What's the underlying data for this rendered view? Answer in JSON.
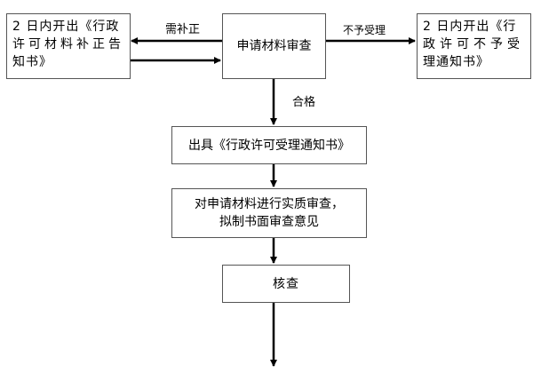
{
  "flowchart": {
    "nodes": {
      "correction_notice": {
        "lines": [
          "2 日内开出《行政",
          "许可材料补正告",
          "知书》"
        ]
      },
      "review": {
        "text": "申请材料审查"
      },
      "rejection_notice": {
        "lines": [
          "2 日内开出《行",
          "政许可不予受",
          "理通知书》"
        ]
      },
      "acceptance_notice": {
        "text": "出具《行政许可受理通知书》"
      },
      "substantive_review": {
        "lines": [
          "对申请材料进行实质审查，",
          "拟制书面审查意见"
        ]
      },
      "verify": {
        "text": "核查"
      }
    },
    "edge_labels": {
      "needs_correction": "需补正",
      "not_accepted": "不予受理",
      "qualified": "合格"
    }
  }
}
